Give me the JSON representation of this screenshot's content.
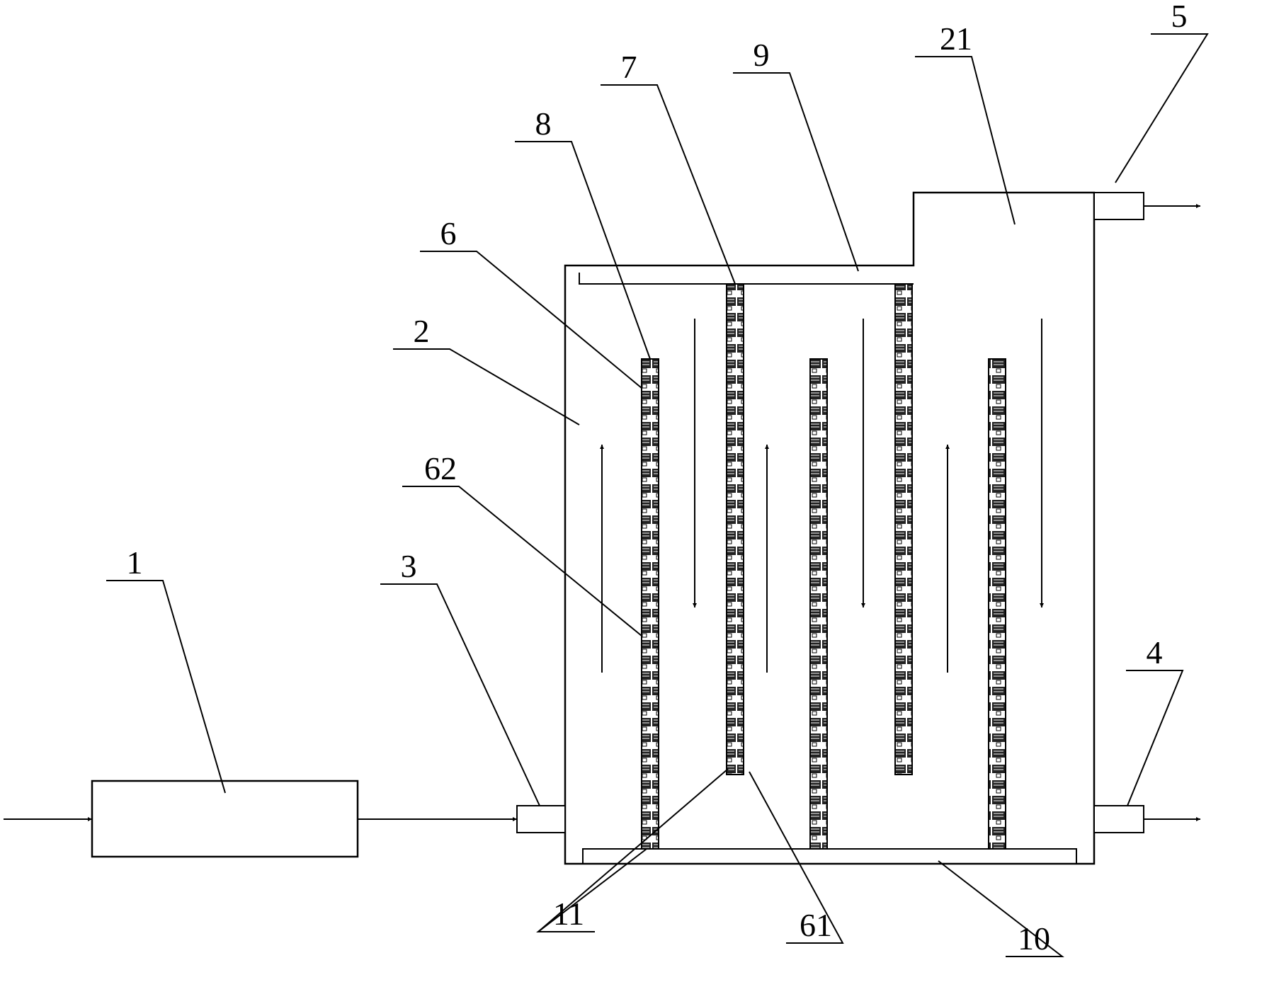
{
  "labels": {
    "l1": "1",
    "l2": "2",
    "l3": "3",
    "l4": "4",
    "l5": "5",
    "l6": "6",
    "l7": "7",
    "l8": "8",
    "l9": "9",
    "l10": "10",
    "l11": "11",
    "l21": "21",
    "l61": "61",
    "l62": "62"
  }
}
